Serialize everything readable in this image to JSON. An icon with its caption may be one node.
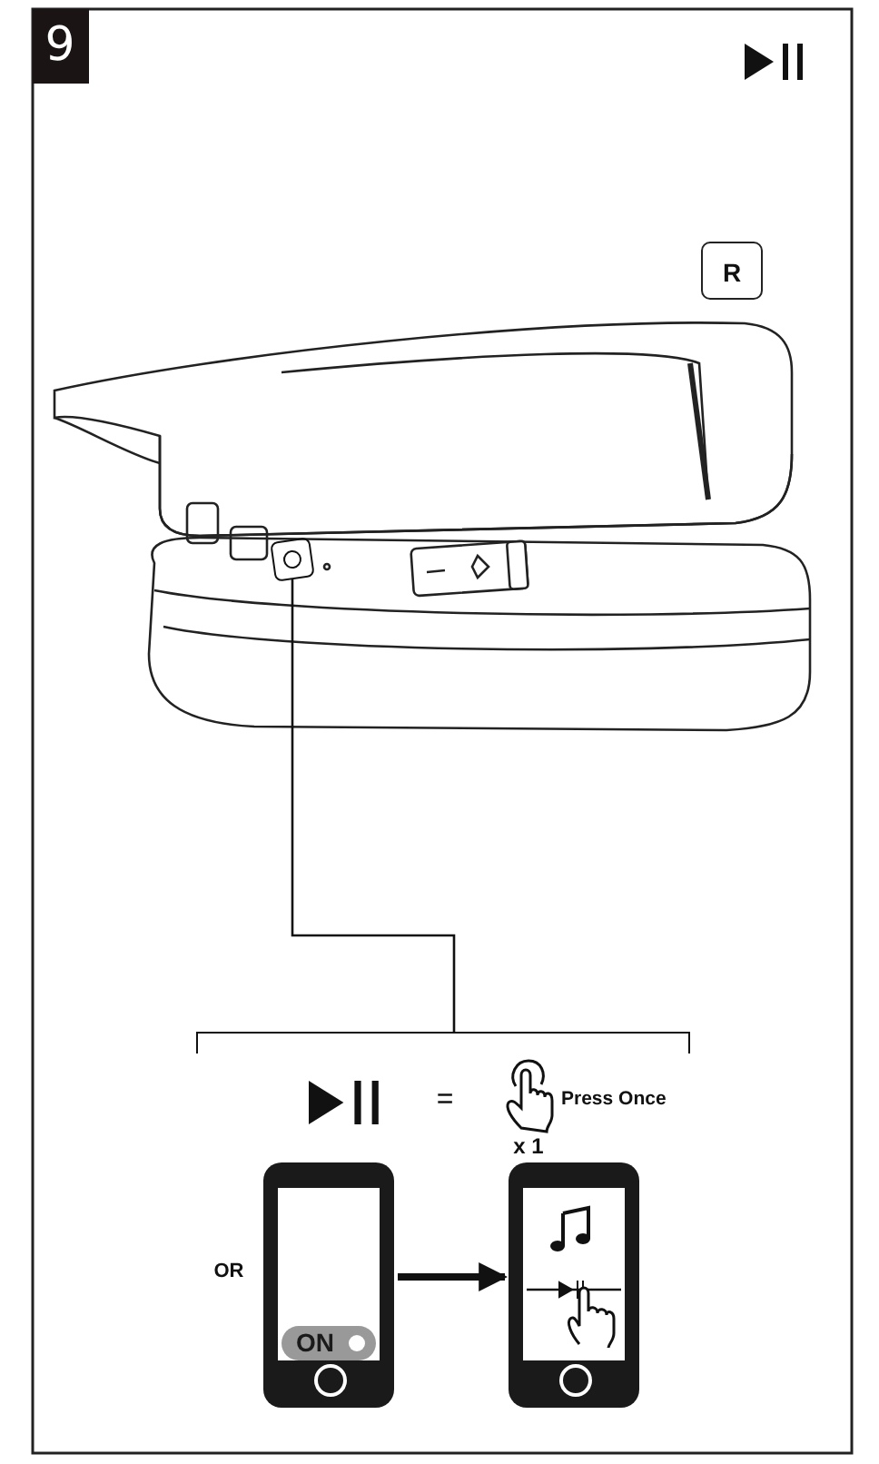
{
  "diagram": {
    "nodes": [
      {
        "text": [],
        "shape": "box"
      },
      {
        "text": [],
        "shape": "bar"
      },
      {
        "text": [
          "ON"
        ]
      },
      {
        "text": [],
        "shape": "phone"
      }
    ],
    "edges": [
      {
        "from": 0,
        "to": 1,
        "arrow": "none"
      },
      {
        "from": 2,
        "to": 3,
        "arrow": "to",
        "style": "thick"
      }
    ],
    "labels": [
      "9",
      "R",
      "=",
      "Press Once",
      "x 1",
      "OR"
    ]
  }
}
